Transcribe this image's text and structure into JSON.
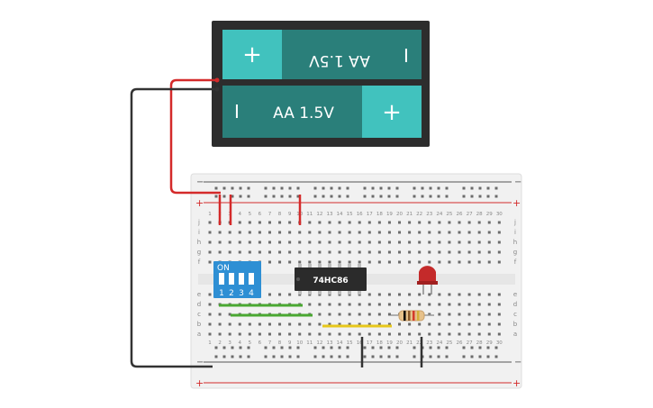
{
  "battery": {
    "cell_top_label": "AA 1.5V",
    "cell_bottom_label": "AA 1.5V",
    "plus_symbol": "+",
    "minus_symbol": "I",
    "body_color": "#2d2d2d",
    "cell_color": "#2a7f7a",
    "terminal_color": "#41c2be"
  },
  "breadboard": {
    "columns": 30,
    "rows_top": [
      "j",
      "i",
      "h",
      "g",
      "f"
    ],
    "rows_bottom": [
      "e",
      "d",
      "c",
      "b",
      "a"
    ],
    "rail_plus": "+",
    "rail_minus": "−",
    "board_color": "#f1f1f1"
  },
  "dip_switch": {
    "label": "ON",
    "numbers": [
      "1",
      "2",
      "3",
      "4"
    ],
    "color": "#2e8fd4"
  },
  "chip": {
    "label": "74HC86",
    "color": "#2b2b2b"
  },
  "led": {
    "color": "#c42a2a"
  },
  "resistor": {
    "bands": [
      "#000000",
      "#8b5a2b",
      "#d43a2a",
      "#d4af37"
    ]
  },
  "wires": {
    "red": "#d42a2a",
    "black": "#333333",
    "green": "#4aa832",
    "yellow": "#e8c81a"
  }
}
